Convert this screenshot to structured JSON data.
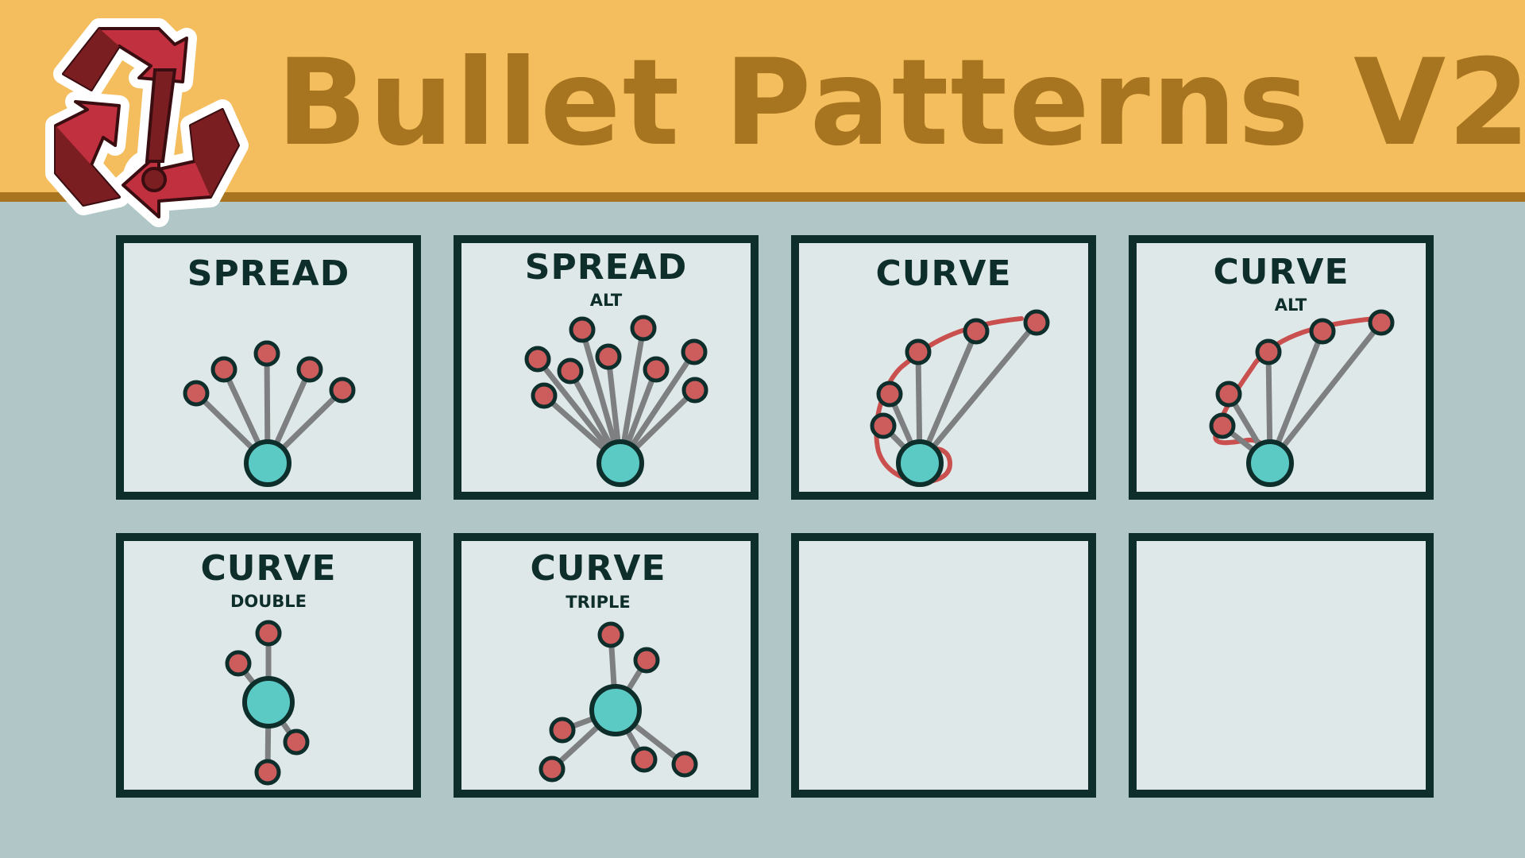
{
  "header": {
    "title": "Bullet Patterns V2",
    "background_color": "#f4be5e",
    "title_color": "#a7741f"
  },
  "logo": {
    "icon": "recycle-warning-icon",
    "glyph": "!",
    "colors": [
      "#c0303f",
      "#7a1e22"
    ]
  },
  "colors": {
    "bullet": "#cd5c5c",
    "emitter": "#5ccac4",
    "outline": "#0e2e2c",
    "ray": "#7d7f80",
    "path": "#c9504f"
  },
  "cards": [
    {
      "title": "SPREAD",
      "subtitle": ""
    },
    {
      "title": "SPREAD",
      "subtitle": "ALT"
    },
    {
      "title": "CURVE",
      "subtitle": ""
    },
    {
      "title": "CURVE",
      "subtitle": "ALT"
    },
    {
      "title": "CURVE",
      "subtitle": "DOUBLE"
    },
    {
      "title": "CURVE",
      "subtitle": "TRIPLE"
    },
    {
      "title": "",
      "subtitle": ""
    },
    {
      "title": "",
      "subtitle": ""
    }
  ]
}
